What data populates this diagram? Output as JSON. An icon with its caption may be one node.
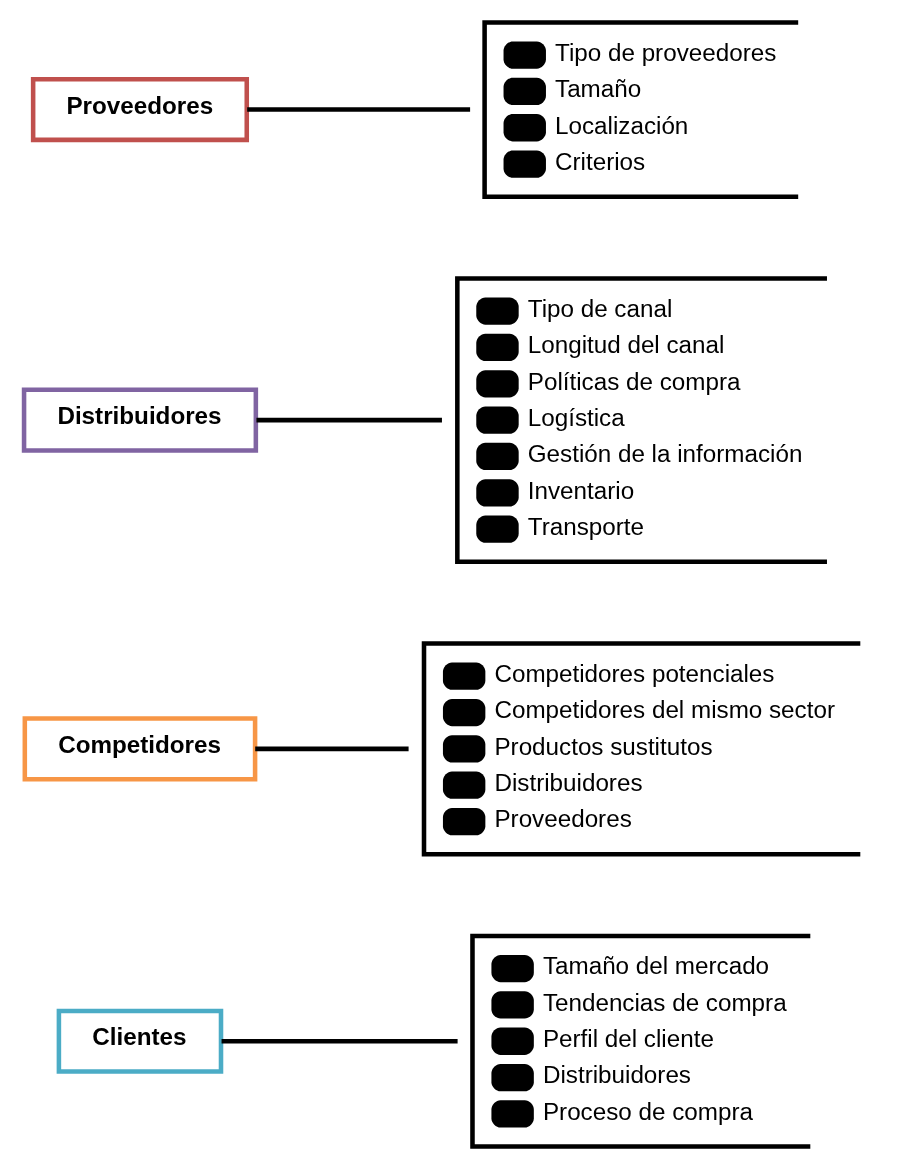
{
  "diagram": {
    "nodes": [
      {
        "text": [
          "Proveedores"
        ]
      },
      {
        "text": [
          "Tipo de proveedores",
          "Tamaño",
          "Localización",
          "Criterios"
        ]
      },
      {
        "text": [
          "Distribuidores"
        ]
      },
      {
        "text": [
          "Tipo de canal",
          "Longitud del canal",
          "Políticas de compra",
          "Logística",
          "Gestión de la información",
          "Inventario",
          "Transporte"
        ]
      },
      {
        "text": [
          "Competidores"
        ]
      },
      {
        "text": [
          "Competidores potenciales",
          "Competidores del mismo sector",
          "Productos sustitutos",
          "Distribuidores",
          "Proveedores"
        ]
      },
      {
        "text": [
          "Clientes"
        ]
      },
      {
        "text": [
          "Tamaño del mercado",
          "Tendencias de compra",
          "Perfil del cliente",
          "Distribuidores",
          "Proceso de compra"
        ]
      }
    ],
    "edges": [
      {
        "from": 0,
        "to": 1,
        "arrow": "none"
      },
      {
        "from": 2,
        "to": 3,
        "arrow": "none"
      },
      {
        "from": 4,
        "to": 5,
        "arrow": "none"
      },
      {
        "from": 6,
        "to": 7,
        "arrow": "none"
      }
    ]
  }
}
